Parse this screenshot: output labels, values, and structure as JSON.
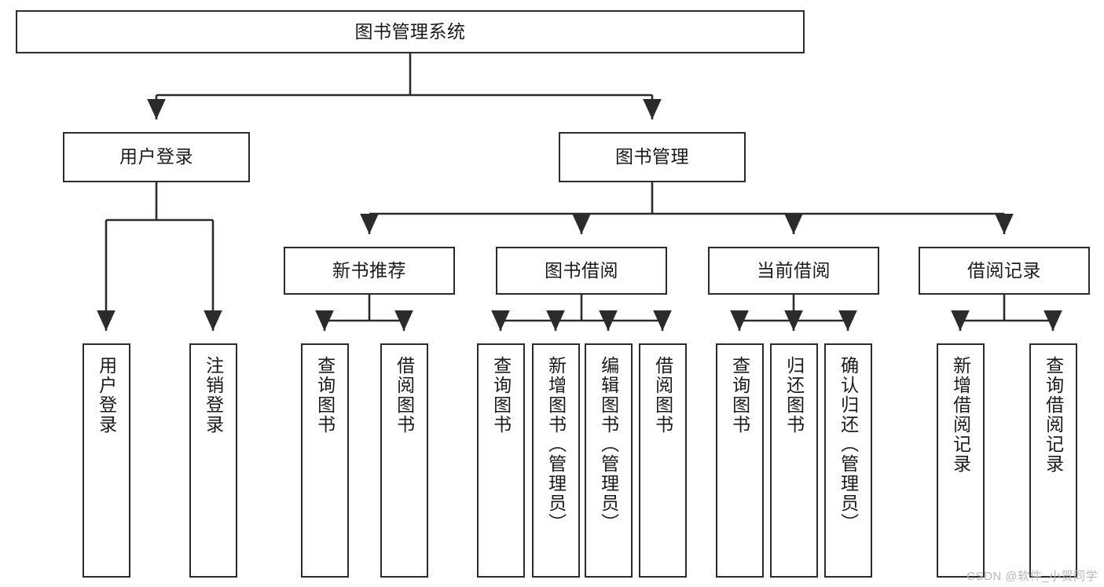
{
  "diagram": {
    "title_node": {
      "label": "图书管理系统"
    },
    "level1": [
      {
        "label": "用户登录"
      },
      {
        "label": "图书管理"
      }
    ],
    "level2": [
      {
        "label": "新书推荐"
      },
      {
        "label": "图书借阅"
      },
      {
        "label": "当前借阅"
      },
      {
        "label": "借阅记录"
      }
    ],
    "leaves": {
      "user_login": [
        {
          "label": "用户登录"
        },
        {
          "label": "注销登录"
        }
      ],
      "new_book_recommend": [
        {
          "label": "查询图书"
        },
        {
          "label": "借阅图书"
        }
      ],
      "book_borrow": [
        {
          "label": "查询图书"
        },
        {
          "label": "新增图书（管理员）"
        },
        {
          "label": "编辑图书（管理员）"
        },
        {
          "label": "借阅图书"
        }
      ],
      "current_borrow": [
        {
          "label": "查询图书"
        },
        {
          "label": "归还图书"
        },
        {
          "label": "确认归还（管理员）"
        }
      ],
      "borrow_record": [
        {
          "label": "新增借阅记录"
        },
        {
          "label": "查询借阅记录"
        }
      ]
    }
  },
  "watermark": {
    "text": "CSDN @软件_小贺同学"
  },
  "colors": {
    "background": "#ffffff",
    "node_border": "#2b2b2b",
    "node_fill": "#ffffff",
    "edge": "#2b2b2b",
    "text": "#1a1a1a",
    "watermark": "#b9b9b9"
  }
}
